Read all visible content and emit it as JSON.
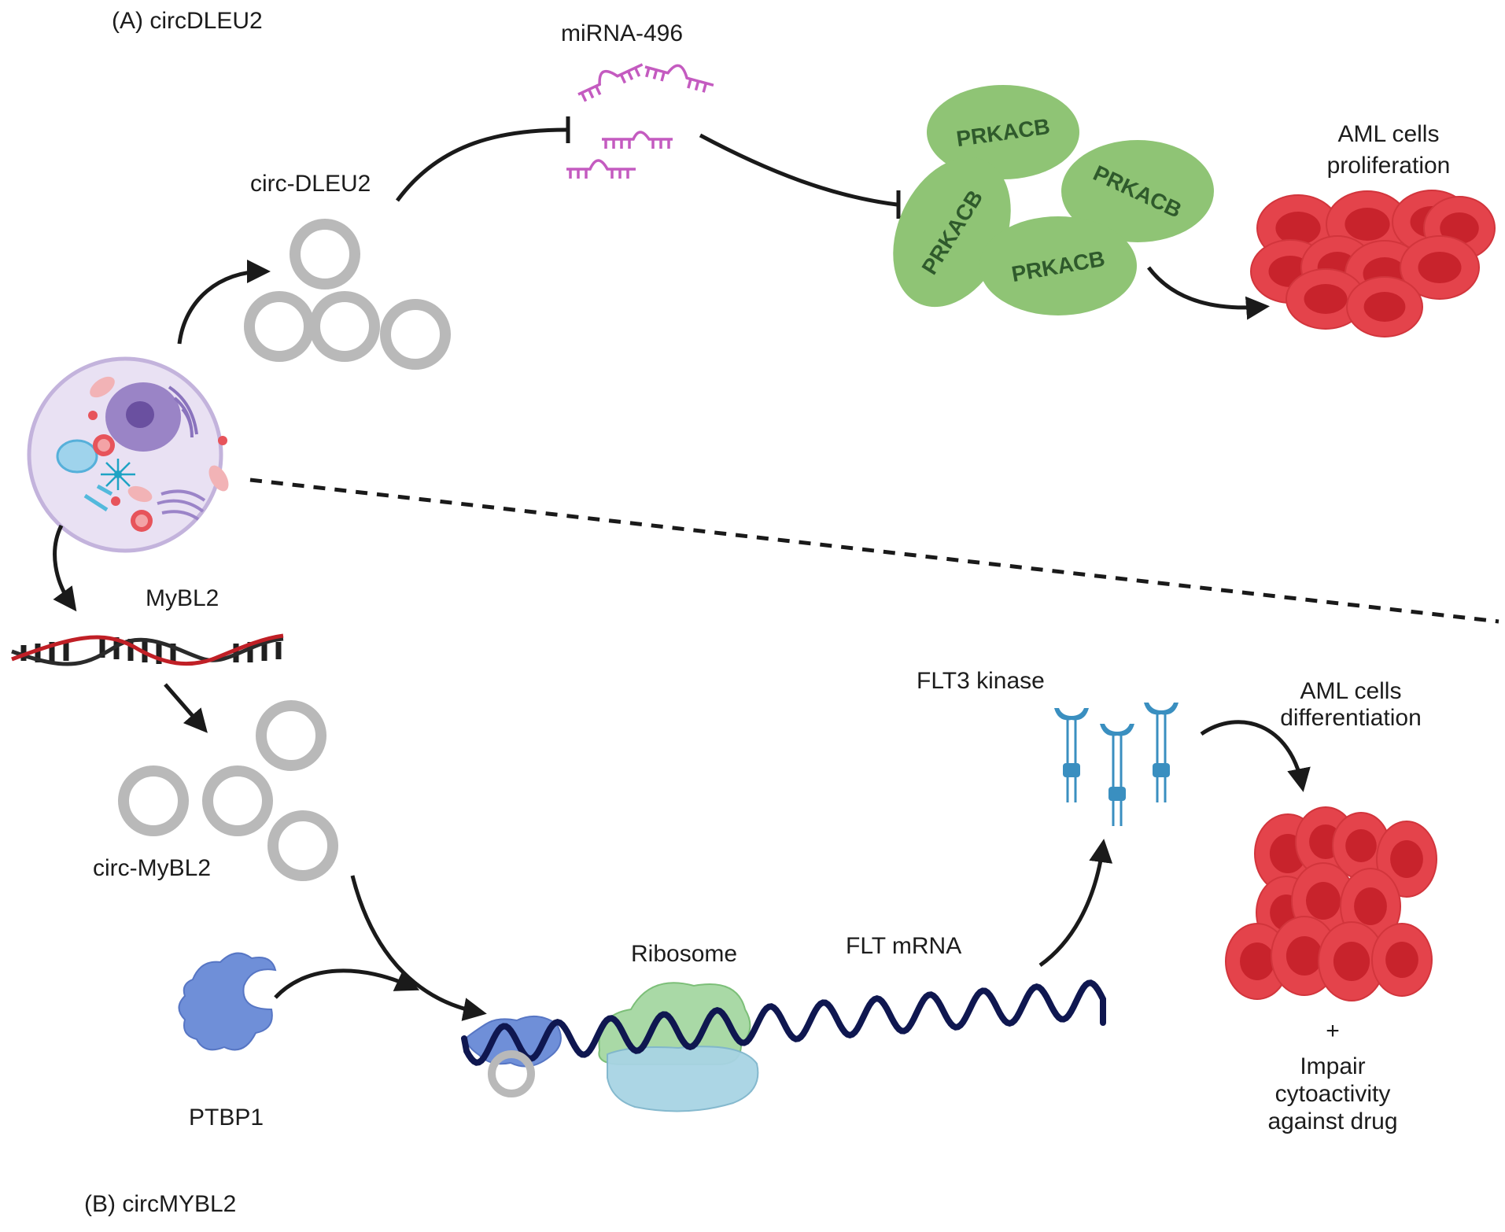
{
  "panel_a": {
    "heading": "(A) circDLEU2",
    "circ_label": "circ-DLEU2",
    "mirna_label": "miRNA-496",
    "protein_label": "PRKACB",
    "outcome_line1": "AML cells",
    "outcome_line2": "proliferation"
  },
  "panel_b": {
    "heading": "(B) circMYBL2",
    "gene_label": "MyBL2",
    "circ_label": "circ-MyBL2",
    "rbp_label": "PTBP1",
    "ribosome_label": "Ribosome",
    "mrna_label": "FLT mRNA",
    "kinase_label": "FLT3 kinase",
    "outcome_line1": "AML cells",
    "outcome_line2": "differentiation",
    "plus": "+",
    "effect_line1": "Impair",
    "effect_line2": "cytoactivity",
    "effect_line3": "against drug"
  },
  "colors": {
    "circ_ring": "#b9b9b9",
    "mirna": "#c45bc0",
    "prkacb_fill": "#8fc475",
    "aml_cell": "#e4434b",
    "aml_core": "#c8232c",
    "mrna": "#0f1750",
    "ribosome_large": "#a9d9a6",
    "ribosome_small": "#a8d4e4",
    "ptbp1": "#6f8fd8",
    "flt3": "#3a8fc0",
    "cell_membrane": "#e9e1f3"
  }
}
